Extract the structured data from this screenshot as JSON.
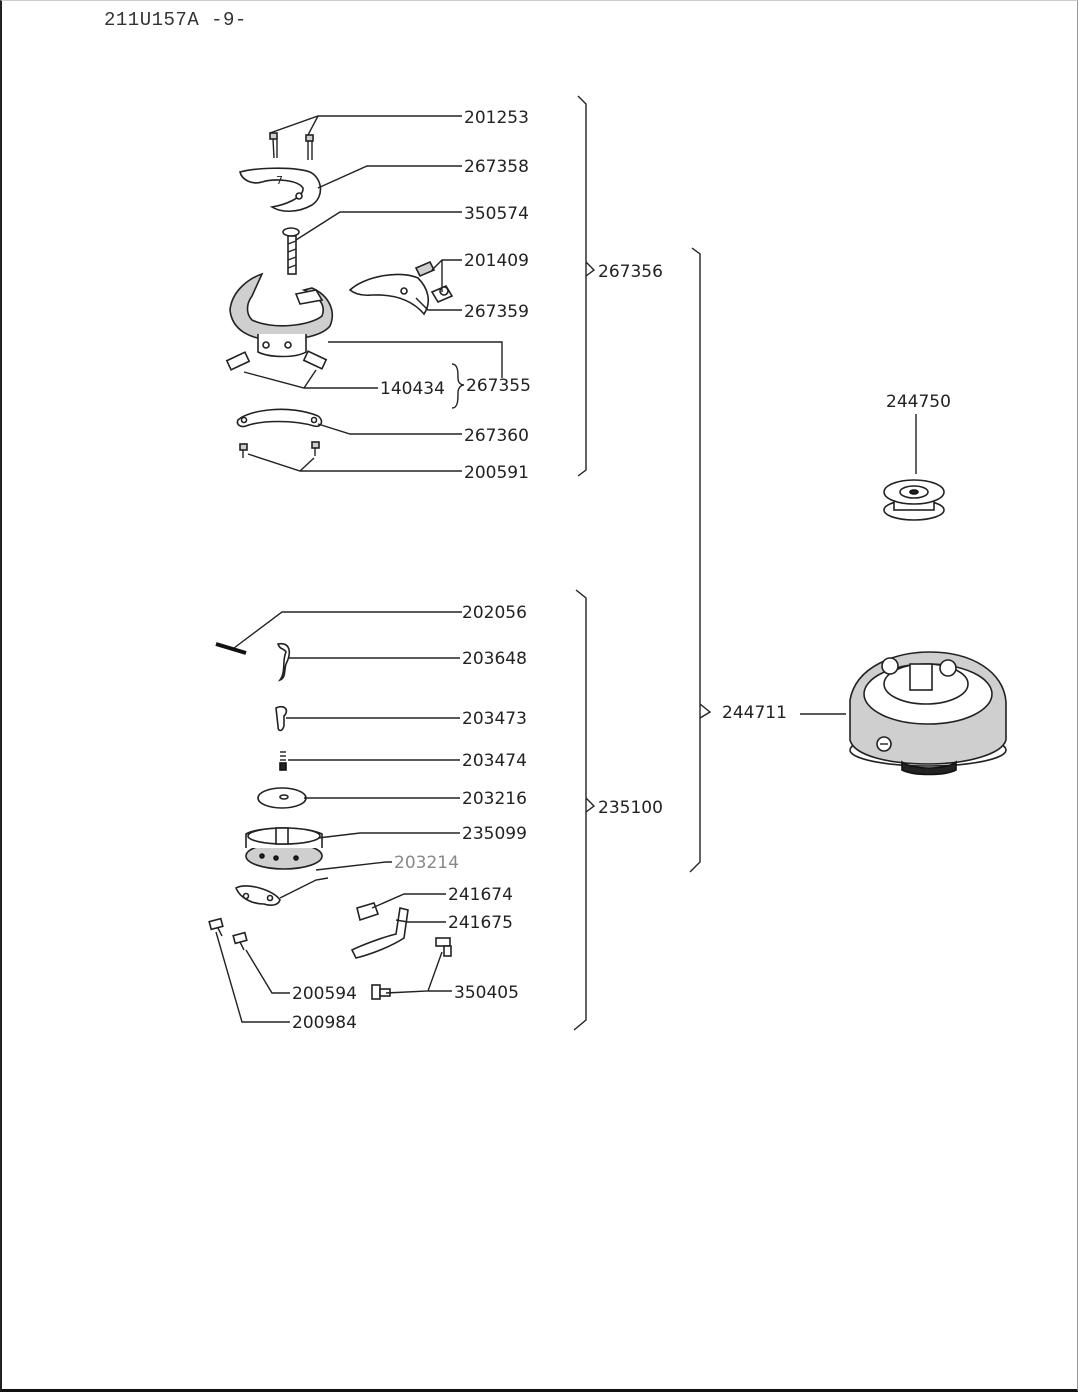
{
  "header": {
    "doc_code": "211U157A",
    "page": "-9-"
  },
  "parts": {
    "p201253": "201253",
    "p267358": "267358",
    "p350574": "350574",
    "p201409": "201409",
    "p267359": "267359",
    "p140434": "140434",
    "p267355": "267355",
    "p267360": "267360",
    "p200591": "200591",
    "p267356": "267356",
    "p202056": "202056",
    "p203648": "203648",
    "p203473": "203473",
    "p203474": "203474",
    "p203216": "203216",
    "p235099": "235099",
    "p203214": "203214",
    "p241674": "241674",
    "p241675": "241675",
    "p200594": "200594",
    "p350405": "350405",
    "p200984": "200984",
    "p235100": "235100",
    "p244711": "244711",
    "p244750": "244750"
  },
  "icons": {
    "screw": "screw-icon",
    "bobbin": "bobbin-icon",
    "rotary_hook": "rotary-hook-icon",
    "bobbin_case": "bobbin-case-icon"
  },
  "colors": {
    "ink": "#222222",
    "paper": "#ffffff"
  }
}
